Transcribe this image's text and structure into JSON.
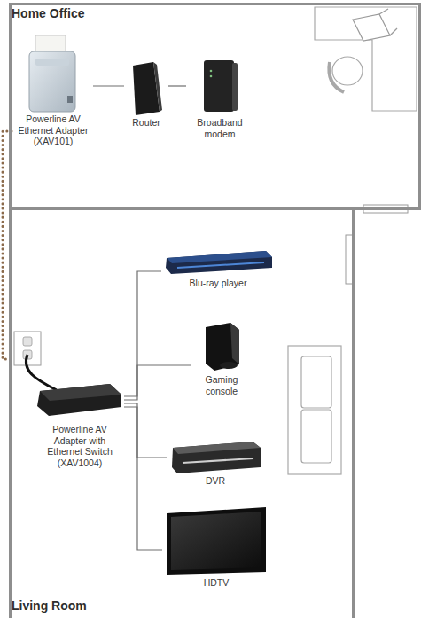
{
  "diagram": {
    "nodes": [
      {
        "text": [
          "Home Office"
        ]
      },
      {
        "text": [
          "Powerline AV Ethernet Adapter (XAV101)"
        ],
        "in": 0
      },
      {
        "text": [
          "Router"
        ],
        "in": 0
      },
      {
        "text": [
          "Broadband modem"
        ],
        "in": 0
      },
      {
        "text": [
          "Living Room"
        ]
      },
      {
        "text": [
          "Blu-ray player"
        ],
        "in": 4
      },
      {
        "text": [
          "Gaming console"
        ],
        "in": 4
      },
      {
        "text": [
          "DVR"
        ],
        "in": 4
      },
      {
        "text": [
          "HDTV"
        ],
        "in": 4
      },
      {
        "text": [
          "Powerline AV Adapter with Ethernet Switch (XAV1004)"
        ],
        "in": 4
      }
    ],
    "edges": [
      {
        "from": 1,
        "to": 2,
        "arrow": "none"
      },
      {
        "from": 2,
        "to": 3,
        "arrow": "none"
      },
      {
        "from": 1,
        "to": 9,
        "arrow": "none"
      },
      {
        "from": 9,
        "to": 5,
        "arrow": "none"
      },
      {
        "from": 9,
        "to": 6,
        "arrow": "none"
      },
      {
        "from": 9,
        "to": 7,
        "arrow": "none"
      },
      {
        "from": 9,
        "to": 8,
        "arrow": "none"
      }
    ]
  }
}
